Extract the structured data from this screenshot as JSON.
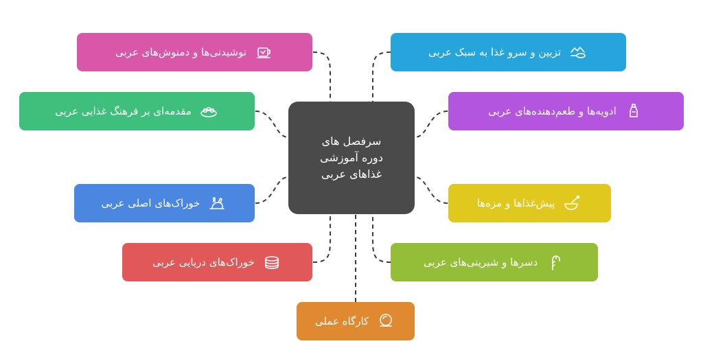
{
  "center": {
    "lines": [
      "سرفصل های",
      "دوره آموزشی",
      "غذاهای عربی"
    ]
  },
  "topics": {
    "drinks": {
      "label": "نوشیدنی‌ها و دمنوش‌های عربی",
      "icon": "tea-cup-icon",
      "color": "#d957a9"
    },
    "intro": {
      "label": "مقدمه‌ای بر فرهنگ غذایی عربی",
      "icon": "food-platter-icon",
      "color": "#3ebf7c"
    },
    "main_dishes": {
      "label": "خوراک‌های اصلی عربی",
      "icon": "roast-chicken-icon",
      "color": "#4b86e0"
    },
    "seafood": {
      "label": "خوراک‌های دریایی عربی",
      "icon": "pancake-stack-icon",
      "color": "#e05858"
    },
    "workshop": {
      "label": "کارگاه عملی",
      "icon": "cloche-icon",
      "color": "#df8931"
    },
    "garnish": {
      "label": "تزیین و سرو غذا به سبک عربی",
      "icon": "served-dish-icon",
      "color": "#26a5dc"
    },
    "spices": {
      "label": "ادویه‌ها و طعم‌دهنده‌های عربی",
      "icon": "spice-shaker-icon",
      "color": "#b455e0"
    },
    "appetizers": {
      "label": "پیش‌غذاها و مزه‌ها",
      "icon": "honey-bowl-icon",
      "color": "#e1c81e"
    },
    "desserts": {
      "label": "دسرها و شیرینی‌های عربی",
      "icon": "candy-cane-icon",
      "color": "#94bd38"
    }
  }
}
